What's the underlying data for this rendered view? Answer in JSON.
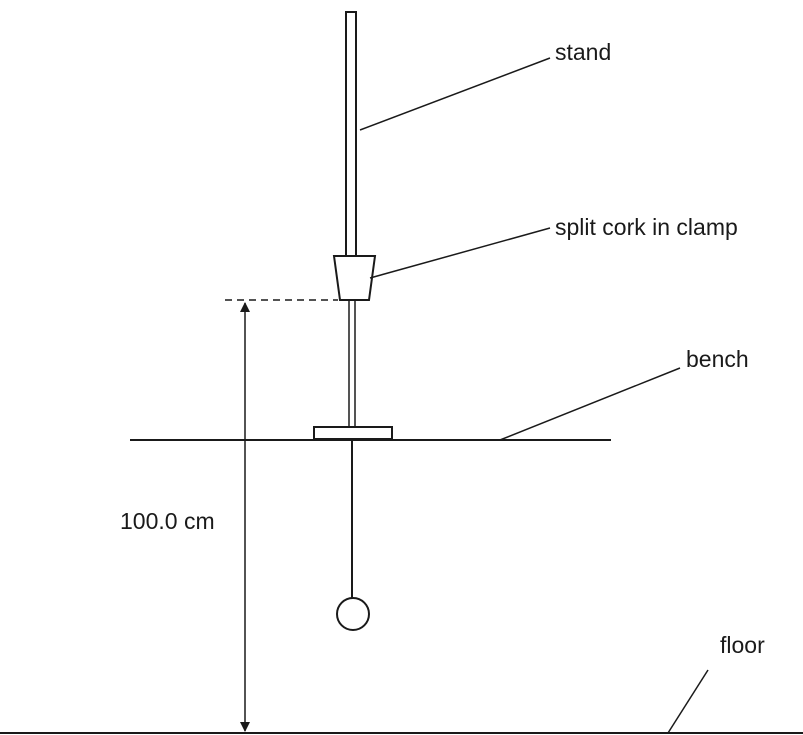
{
  "labels": {
    "stand": "stand",
    "cork": "split cork in clamp",
    "bench": "bench",
    "distance": "100.0 cm",
    "floor": "floor"
  },
  "colors": {
    "ink": "#1a1a1a",
    "background": "#ffffff"
  }
}
